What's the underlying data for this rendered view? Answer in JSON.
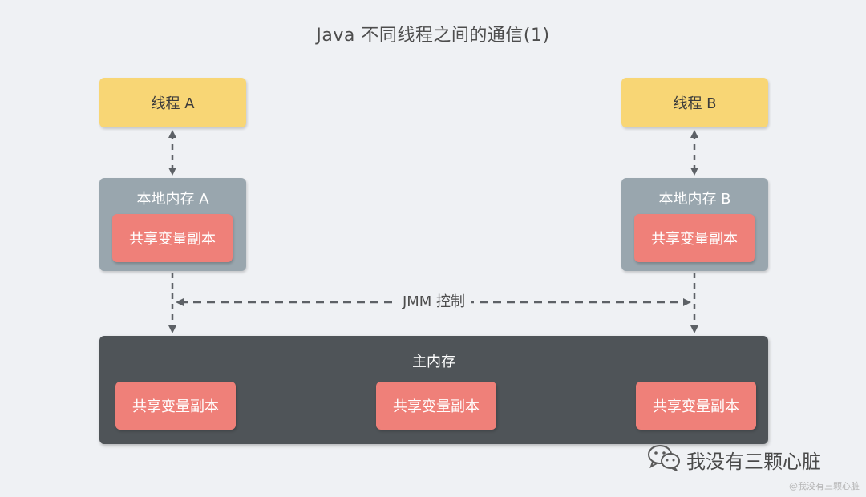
{
  "title": "Java 不同线程之间的通信(1)",
  "thread_a": {
    "label": "线程 A"
  },
  "thread_b": {
    "label": "线程 B"
  },
  "local_memory_a": {
    "label": "本地内存 A",
    "copy_label": "共享变量副本"
  },
  "local_memory_b": {
    "label": "本地内存 B",
    "copy_label": "共享变量副本"
  },
  "jmm_control": {
    "label": "JMM 控制"
  },
  "main_memory": {
    "label": "主内存",
    "copies": [
      "共享变量副本",
      "共享变量副本",
      "共享变量副本"
    ]
  },
  "watermark": {
    "text": "我没有三颗心脏",
    "icon": "wechat-icon"
  },
  "credit": "@我没有三颗心脏",
  "colors": {
    "thread": "#f8d675",
    "local_memory": "#99a6ae",
    "shared_copy": "#ef8079",
    "main_memory": "#4f5458",
    "background": "#eff1f4",
    "arrow": "#5d6166"
  }
}
